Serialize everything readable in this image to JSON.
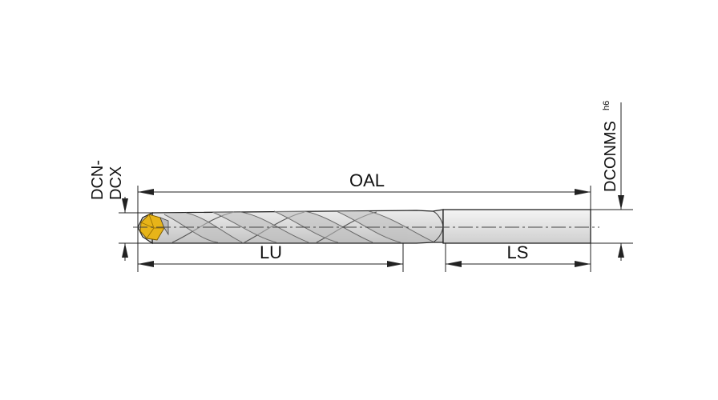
{
  "labels": {
    "oal": "OAL",
    "lu": "LU",
    "ls": "LS",
    "dcn_line1": "DCN-",
    "dcn_line2": "DCX",
    "dconms": "DCONMS",
    "dconms_tolerance": "h6"
  },
  "colors": {
    "line": "#222222",
    "shank_fill": "#e6e6e6",
    "body_fill": "#dcdcdc",
    "flute_stroke": "#555555",
    "insert_fill": "#e7b419",
    "insert_dark": "#b8860b",
    "centerline": "#444444",
    "background": "#ffffff"
  },
  "icons": {
    "arrowhead": "filled-triangle-arrowhead"
  }
}
